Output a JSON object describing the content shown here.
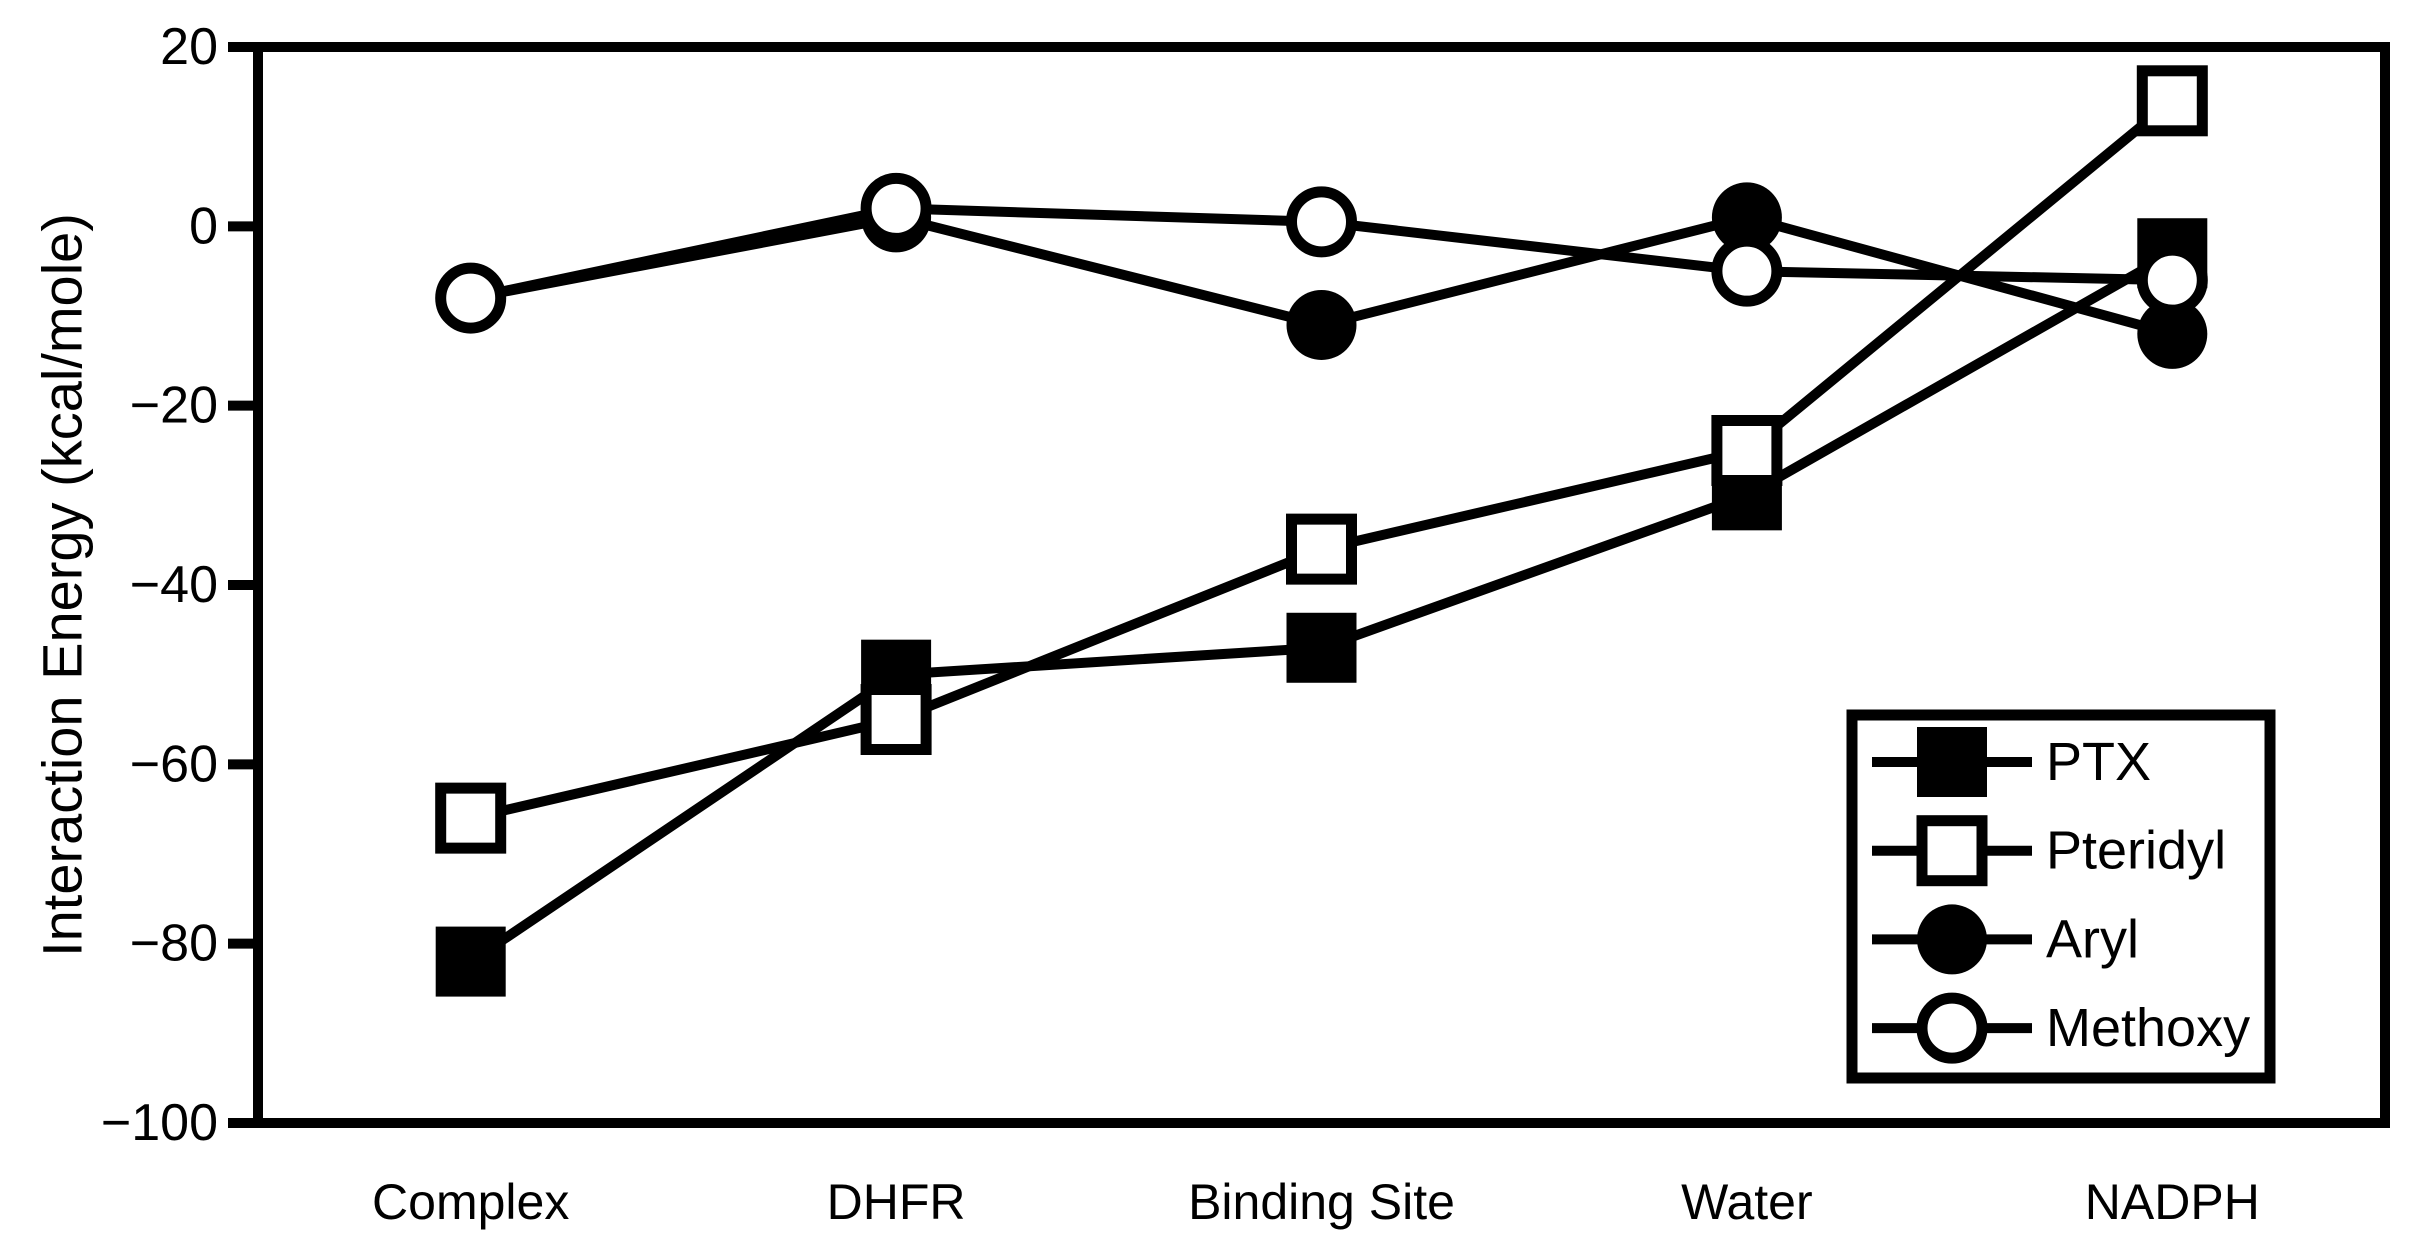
{
  "chart_data": {
    "type": "line",
    "title": "",
    "xlabel": "",
    "ylabel": "Interaction Energy (kcal/mole)",
    "ylim": [
      -100,
      20
    ],
    "yticks": [
      20,
      0,
      -20,
      -40,
      -60,
      -80,
      -100
    ],
    "ytick_labels": [
      "20",
      "0",
      "-20",
      "-40",
      "-60",
      "-80",
      "-100"
    ],
    "categories": [
      "Complex",
      "DHFR",
      "Binding Site",
      "Water",
      "NADPH"
    ],
    "series": [
      {
        "name": "PTX",
        "marker": "square",
        "fill": "filled",
        "values": [
          -82,
          -50,
          -47,
          -30,
          -3
        ]
      },
      {
        "name": "Pteridyl",
        "marker": "square",
        "fill": "open",
        "values": [
          -66,
          -55,
          -36,
          -25,
          14
        ]
      },
      {
        "name": "Aryl",
        "marker": "circle",
        "fill": "filled",
        "values": [
          -8,
          1,
          -11,
          1,
          -12
        ]
      },
      {
        "name": "Methoxy",
        "marker": "circle",
        "fill": "open",
        "values": [
          -8,
          2,
          0.5,
          -5,
          -6
        ]
      }
    ],
    "legend": {
      "position": "inside-bottom-right",
      "entries": [
        "PTX",
        "Pteridyl",
        "Aryl",
        "Methoxy"
      ]
    },
    "grid": false,
    "colors": {
      "foreground": "#000000",
      "background": "#ffffff"
    }
  }
}
